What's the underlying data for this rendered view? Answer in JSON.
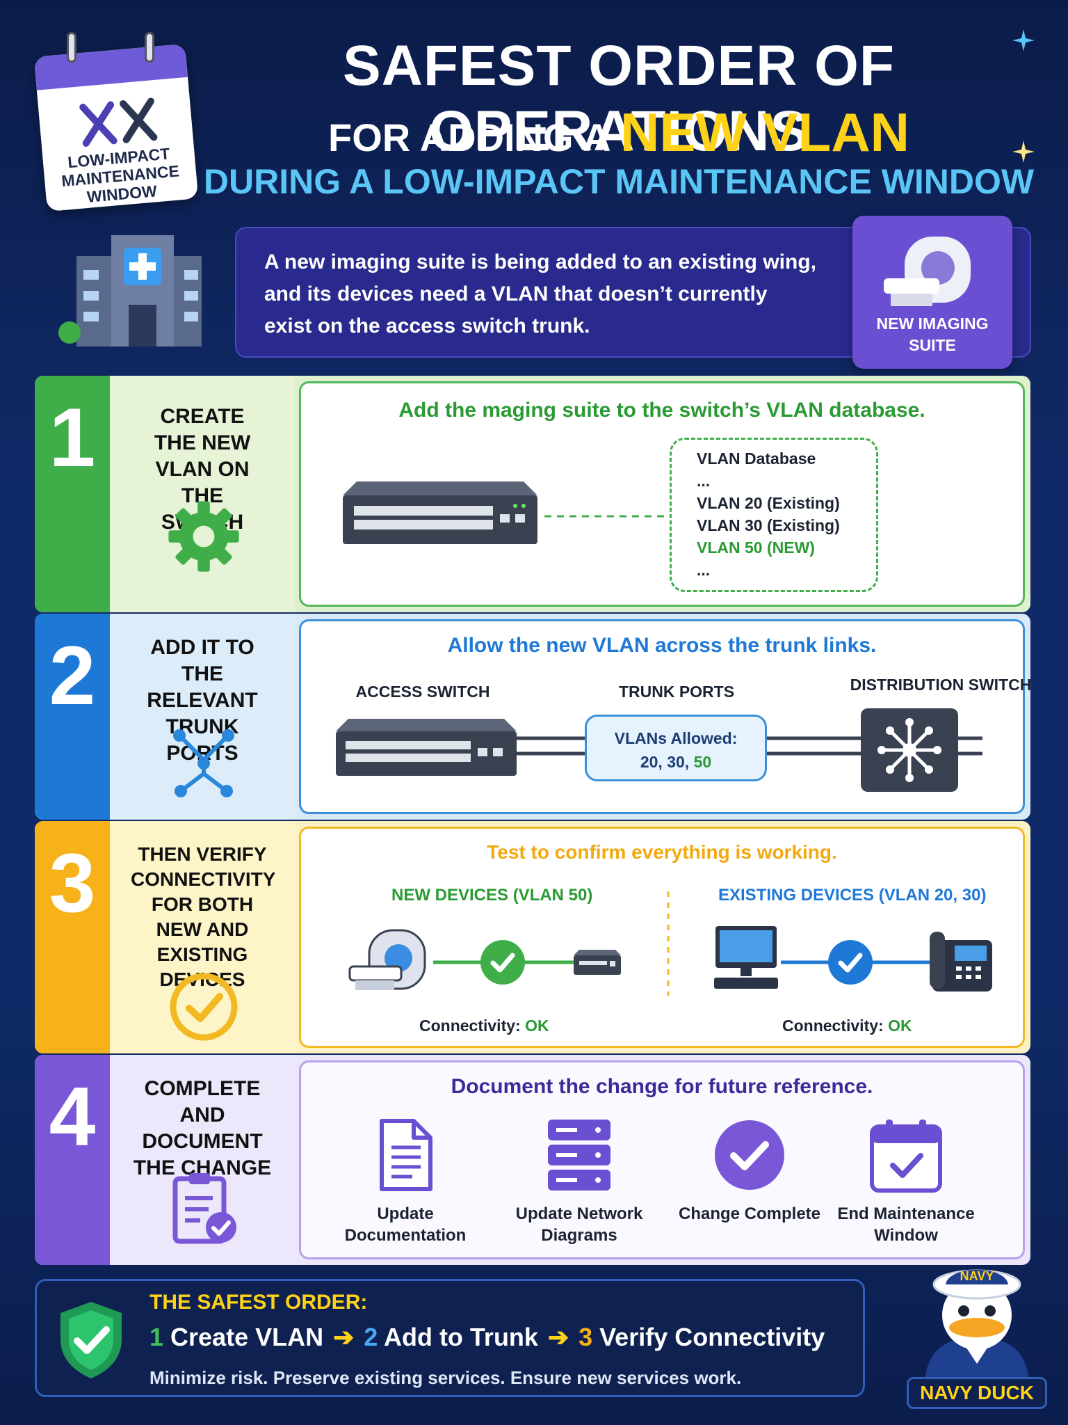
{
  "header": {
    "badge_text": "LOW-IMPACT MAINTENANCE WINDOW",
    "title_line1": "SAFEST ORDER OF OPERATIONS",
    "title_line2_pre": "FOR ADDING A ",
    "title_line2_highlight": "NEW VLAN",
    "title_line3": "DURING A LOW-IMPACT MAINTENANCE WINDOW"
  },
  "intro": {
    "text": "A new imaging suite is being added to an existing wing, and its devices need a VLAN that doesn’t currently exist on the access switch trunk.",
    "suite_label": "NEW IMAGING SUITE"
  },
  "steps": [
    {
      "number": "1",
      "title": "CREATE THE NEW VLAN ON THE SWITCH",
      "heading": "Add the maging suite to the switch’s VLAN database.",
      "db_title": "VLAN Database",
      "db_lines": [
        "...",
        "VLAN 20  (Existing)",
        "VLAN 30  (Existing)",
        "VLAN 50  (NEW)",
        "..."
      ]
    },
    {
      "number": "2",
      "title": "ADD IT TO THE RELEVANT TRUNK PORTS",
      "heading": "Allow the new VLAN across the trunk links.",
      "access_label": "ACCESS SWITCH",
      "trunk_label": "TRUNK PORTS",
      "dist_label": "DISTRIBUTION SWITCH",
      "allowed_label": "VLANs Allowed:",
      "allowed_existing": "20, 30, ",
      "allowed_new": "50"
    },
    {
      "number": "3",
      "title": "THEN VERIFY CONNECTIVITY FOR BOTH NEW AND EXISTING DEVICES",
      "heading": "Test to confirm everything is working.",
      "new_label": "NEW DEVICES (VLAN 50)",
      "existing_label": "EXISTING DEVICES (VLAN 20, 30)",
      "conn_label": "Connectivity: ",
      "conn_value": "OK"
    },
    {
      "number": "4",
      "title": "COMPLETE AND DOCUMENT THE CHANGE",
      "heading": "Document the change for future reference.",
      "items": [
        "Update Documentation",
        "Update Network Diagrams",
        "Change Complete",
        "End Maintenance Window"
      ]
    }
  ],
  "footer": {
    "heading": "THE SAFEST ORDER:",
    "s1_num": "1",
    "s1_text": " Create VLAN",
    "s2_num": "2",
    "s2_text": " Add to Trunk",
    "s3_num": "3",
    "s3_text": " Verify Connectivity",
    "arrow": "➔",
    "subtext": "Minimize risk. Preserve existing services. Ensure new services work."
  },
  "mascot": {
    "hat_text": "NAVY",
    "label": "NAVY DUCK"
  },
  "colors": {
    "green": "#3fae49",
    "blue": "#1e78d6",
    "yellow": "#f7b21a",
    "purple": "#7a57d6",
    "accent": "#ffd21a"
  }
}
